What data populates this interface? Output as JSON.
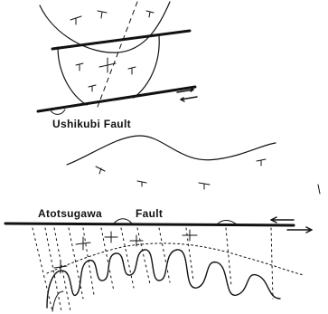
{
  "labels": {
    "ushikubi": "Ushikubi  Fault",
    "atotsugawa_left": "Atotsugawa",
    "atotsugawa_right": "Fault"
  },
  "colors": {
    "ink": "#111111",
    "background": "#ffffff"
  },
  "icons": {
    "strike_dip": "strike-dip-symbol-icon",
    "sense_arrows": "dextral-sense-arrows-icon"
  }
}
